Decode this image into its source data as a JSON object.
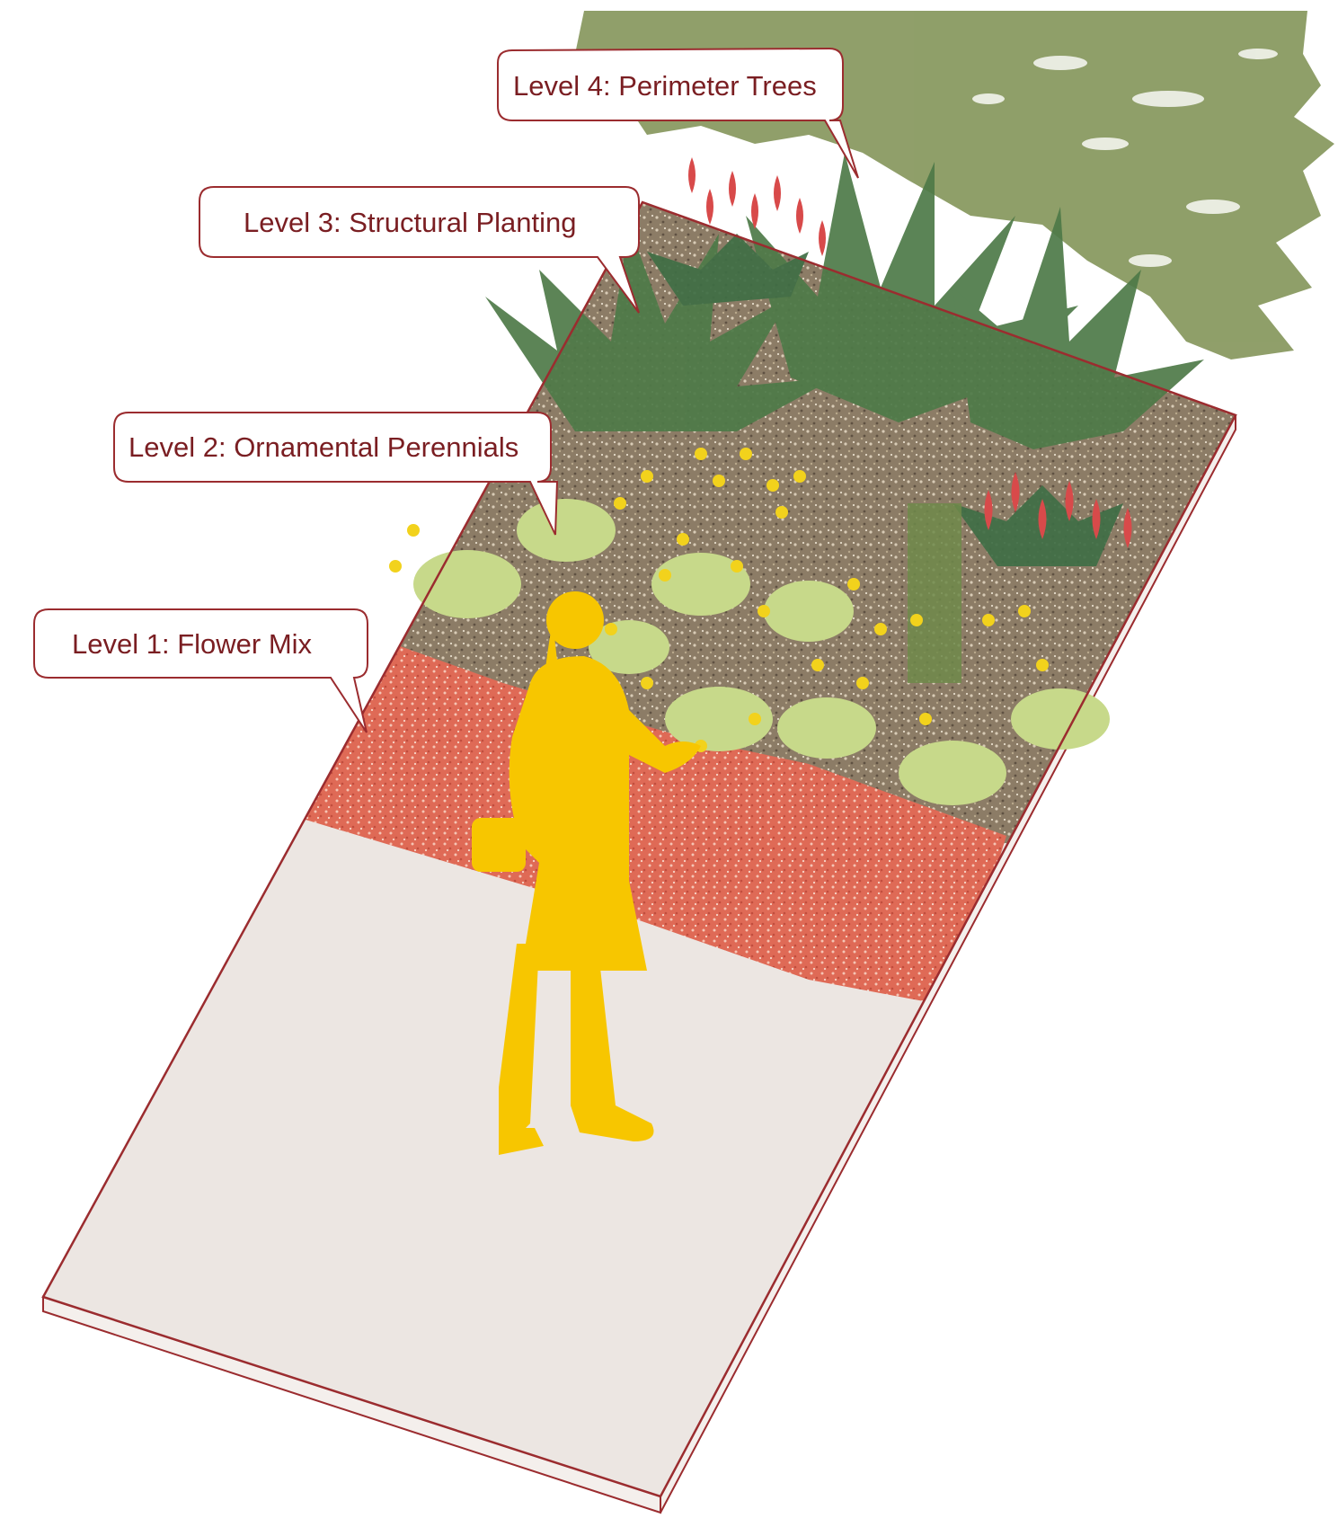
{
  "callouts": [
    {
      "id": "level-4",
      "label": "Level 4: Perimeter Trees"
    },
    {
      "id": "level-3",
      "label": "Level 3: Structural Planting"
    },
    {
      "id": "level-2",
      "label": "Level 2: Ornamental Perennials"
    },
    {
      "id": "level-1",
      "label": "Level 1: Flower Mix"
    }
  ],
  "colors": {
    "outline": "#9b2c2f",
    "callout_text": "#7a1e22",
    "pavement": "#ece6e2",
    "flower_mix": "#e0705a",
    "soil": "#8a7a62",
    "tree_canopy": "#8a9a62",
    "structural_leaves": "#4e7a48",
    "perennial_grass": "#c7d98a",
    "yellow_flowers": "#f2d21c",
    "red_flowers": "#d84a4a",
    "person": "#f7c600"
  }
}
